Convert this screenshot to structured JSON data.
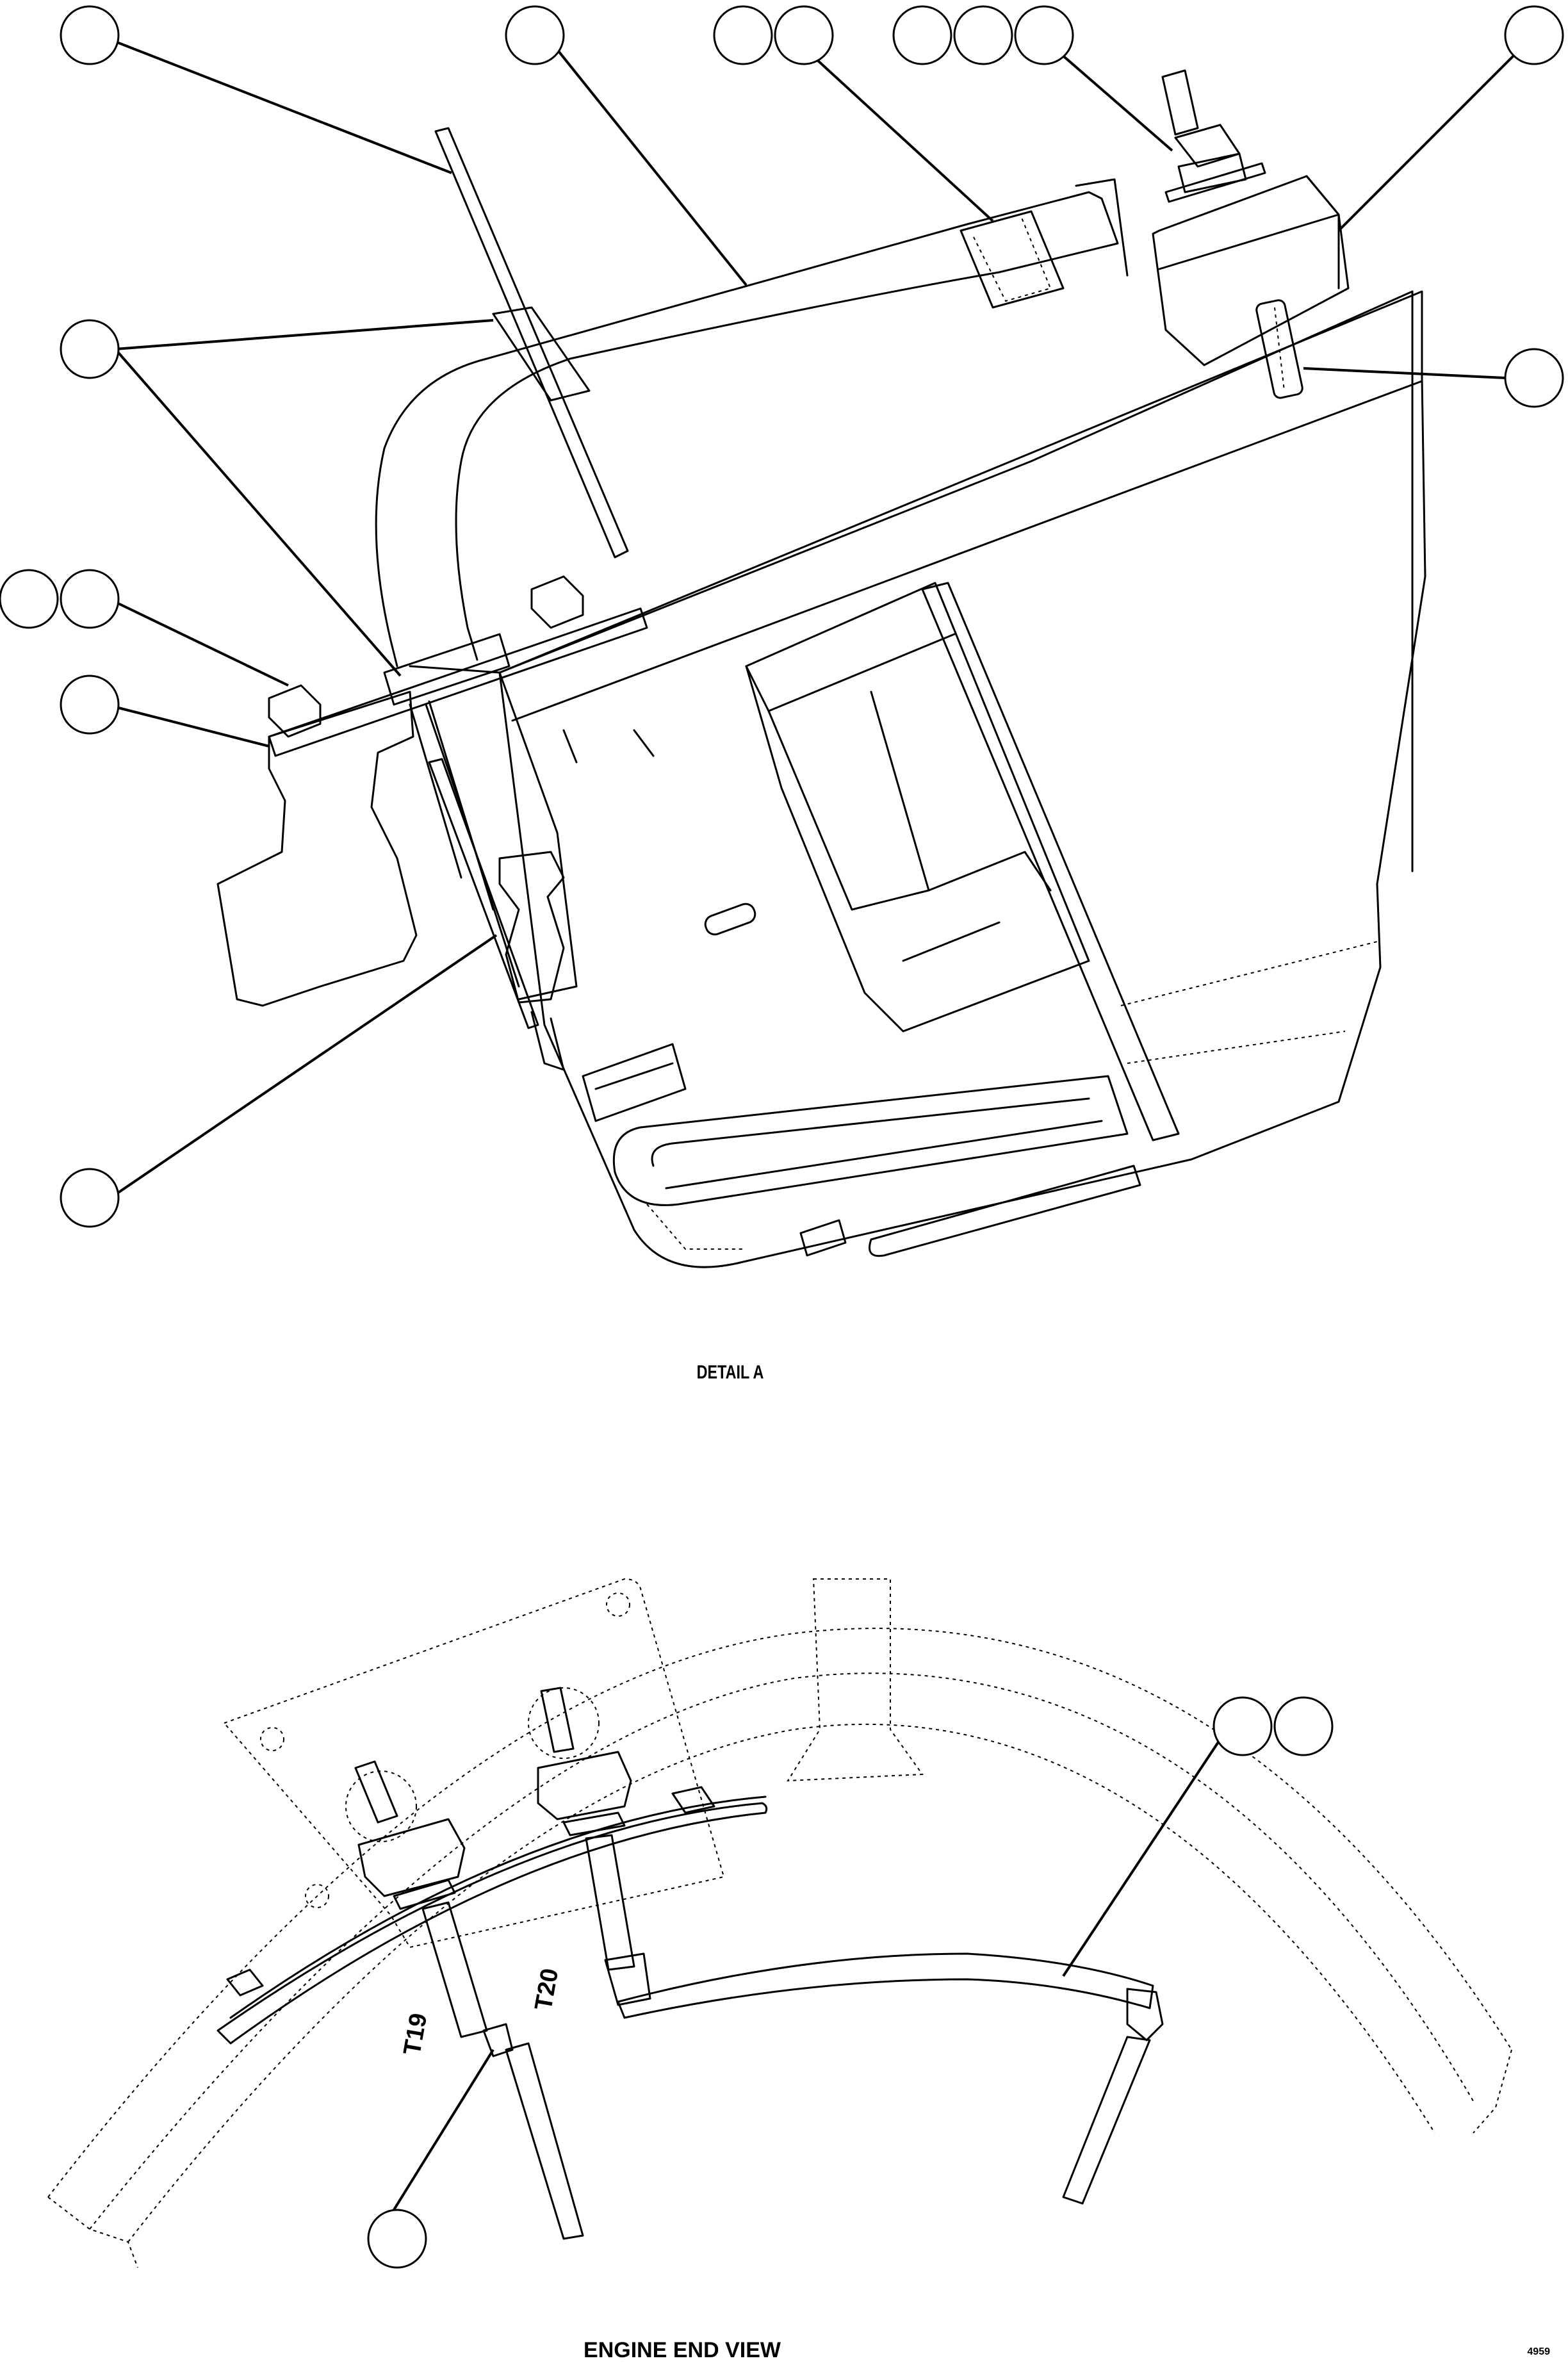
{
  "detail_title": "DETAIL A",
  "view_title": "ENGINE END VIEW",
  "probe_labels": [
    "T19",
    "T20"
  ],
  "drawing_number": "4959"
}
